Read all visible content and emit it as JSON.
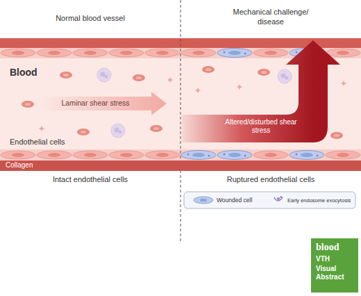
{
  "diagram": {
    "nodes": [
      {
        "text": [
          "Laminar shear stress"
        ]
      },
      {
        "text": [
          "Altered/disturbed shear stress"
        ]
      },
      {
        "text": [
          "Collagen"
        ]
      },
      {
        "text": [
          "blood",
          "VTH",
          "Visual Abstract"
        ]
      }
    ],
    "labels": [
      "Normal blood vessel",
      "Mechanical challenge/ disease",
      "Blood",
      "Endothelial cells",
      "Early endosomal exocytosis",
      "Intact endothelial cells",
      "Ruptured endothelial cells"
    ],
    "legend": [
      {
        "text": "Wounded cell"
      },
      {
        "text": "Early endosome exocytosis"
      }
    ]
  }
}
